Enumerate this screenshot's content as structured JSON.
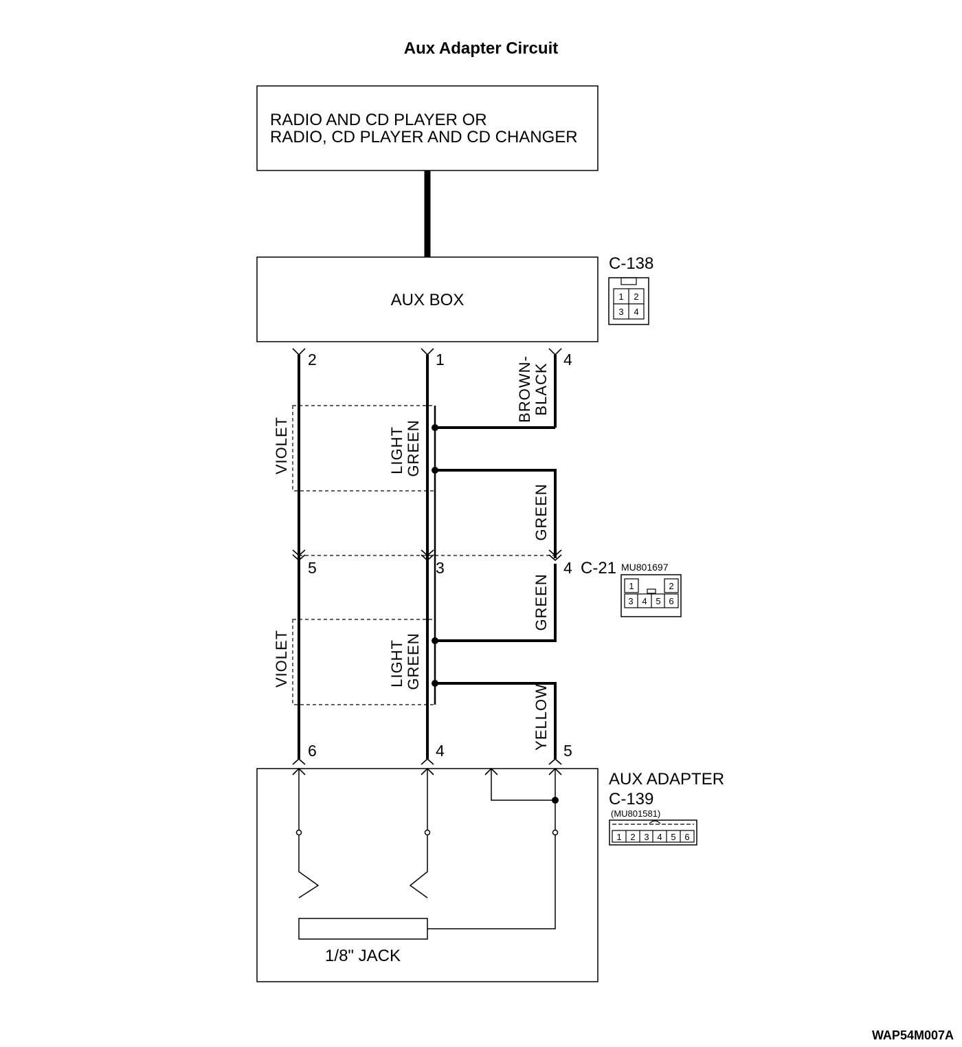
{
  "title": "Aux Adapter Circuit",
  "radio_box": {
    "line1": "RADIO AND CD PLAYER OR",
    "line2": "RADIO, CD PLAYER AND CD CHANGER"
  },
  "aux_box": {
    "label": "AUX BOX",
    "connector": "C-138",
    "connector_pins": [
      "1",
      "2",
      "3",
      "4"
    ],
    "pins": {
      "a": "2",
      "b": "1",
      "c": "4"
    }
  },
  "c21": {
    "connector": "C-21",
    "part_no": "MU801697",
    "connector_pins": [
      "1",
      "2",
      "3",
      "4",
      "5",
      "6"
    ],
    "pins": {
      "a": "5",
      "b": "3",
      "c": "4"
    }
  },
  "aux_adapter": {
    "label": "AUX ADAPTER",
    "connector": "C-139",
    "part_no": "(MU801581)",
    "connector_pins": [
      "1",
      "2",
      "3",
      "4",
      "5",
      "6"
    ],
    "pins": {
      "a": "6",
      "b": "4",
      "c": "5"
    },
    "jack_label": "1/8\" JACK"
  },
  "wires": {
    "upper_left": "VIOLET",
    "upper_mid_1": "LIGHT",
    "upper_mid_2": "GREEN",
    "brown_1": "BROWN-",
    "brown_2": "BLACK",
    "green_upper": "GREEN",
    "green_lower": "GREEN",
    "lower_left": "VIOLET",
    "lower_mid_1": "LIGHT",
    "lower_mid_2": "GREEN",
    "yellow": "YELLOW"
  },
  "figure_code": "WAP54M007A"
}
